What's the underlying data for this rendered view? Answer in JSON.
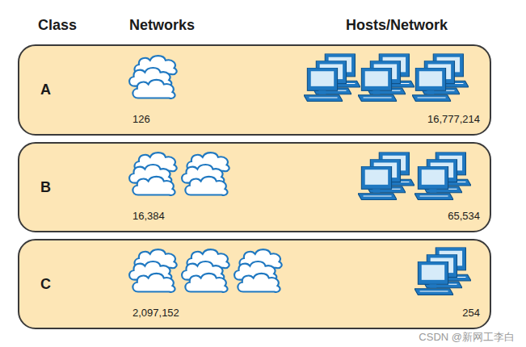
{
  "diagram": {
    "nodes": [
      {
        "text": [
          "A",
          "126",
          "16,777,214"
        ]
      },
      {
        "text": [
          "B",
          "16,384",
          "65,534"
        ]
      },
      {
        "text": [
          "C",
          "2,097,152",
          "254"
        ]
      }
    ],
    "labels": [
      "Class",
      "Networks",
      "Hosts/Network",
      "CSDN @新网工李白"
    ]
  }
}
